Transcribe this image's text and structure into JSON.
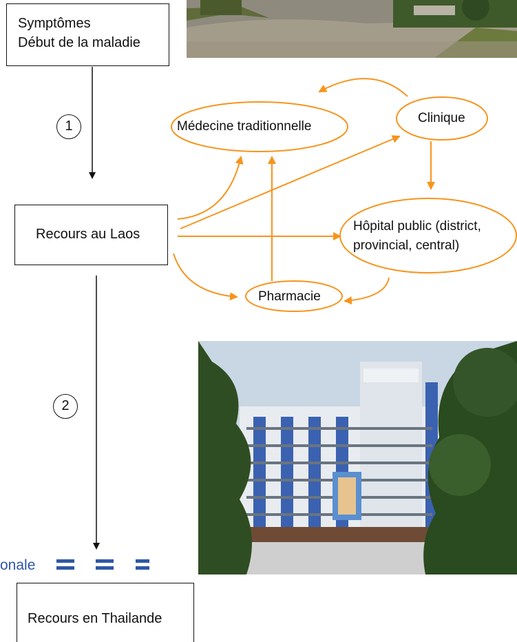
{
  "boxes": {
    "start_line1": "Symptômes",
    "start_line2": "Début de la maladie",
    "laos": "Recours au Laos",
    "thailand": "Recours en Thailande"
  },
  "steps": {
    "one": "1",
    "two": "2"
  },
  "nodes": {
    "traditional": "Médecine traditionnelle",
    "clinic": "Clinique",
    "hospital_line1": "Hôpital public (district,",
    "hospital_line2": "provincial, central)",
    "pharmacy": "Pharmacie"
  },
  "border": {
    "label": "onale"
  },
  "colors": {
    "arrow_orange": "#f7941d",
    "border_blue": "#2f57a6",
    "line_black": "#111111"
  },
  "icons": {
    "photo_garden": "garden-photo",
    "photo_hospital": "hospital-building-photo"
  }
}
